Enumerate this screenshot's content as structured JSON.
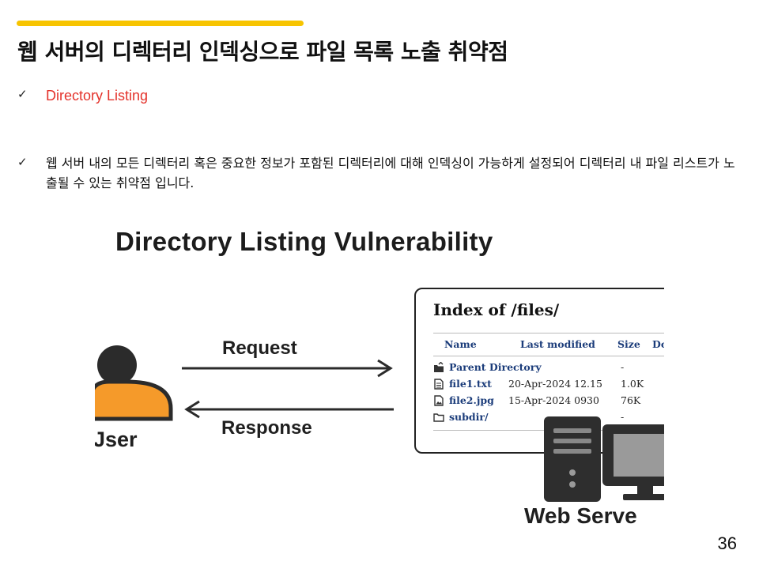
{
  "title": "웹 서버의 디렉터리 인덱싱으로 파일 목록 노출 취약점",
  "bullets": [
    {
      "check": "✓",
      "text": "Directory Listing"
    },
    {
      "check": "✓",
      "text": "웹 서버 내의 모든 디렉터리 혹은 중요한 정보가 포함된 디렉터리에 대해 인덱싱이 가능하게 설정되어 디렉터리 내 파일 리스트가 노출될 수 있는 취약점 입니다."
    }
  ],
  "page_number": "36",
  "colors": {
    "accent": "#f7c400",
    "highlight_text": "#e4322b",
    "user_body": "#f59a2a",
    "link": "#1b3c7a"
  },
  "figure": {
    "title": "Directory Listing Vulnerability",
    "request_label": "Request",
    "response_label": "Response",
    "user_label": "Jser",
    "server_label": "Web Serve",
    "index": {
      "title": "Index of /files/",
      "columns": [
        "Name",
        "Last modified",
        "Size",
        "Dc"
      ],
      "rows": [
        {
          "icon": "folder-up-icon",
          "name": "Parent Directory",
          "modified": "",
          "size": "-"
        },
        {
          "icon": "file-icon",
          "name": "file1.txt",
          "modified": "20-Apr-2024 12.15",
          "size": "1.0K"
        },
        {
          "icon": "image-file-icon",
          "name": "file2.jpg",
          "modified": "15-Apr-2024 0930",
          "size": "76K"
        },
        {
          "icon": "folder-icon",
          "name": "subdir/",
          "modified": "",
          "size": "-"
        }
      ]
    }
  }
}
